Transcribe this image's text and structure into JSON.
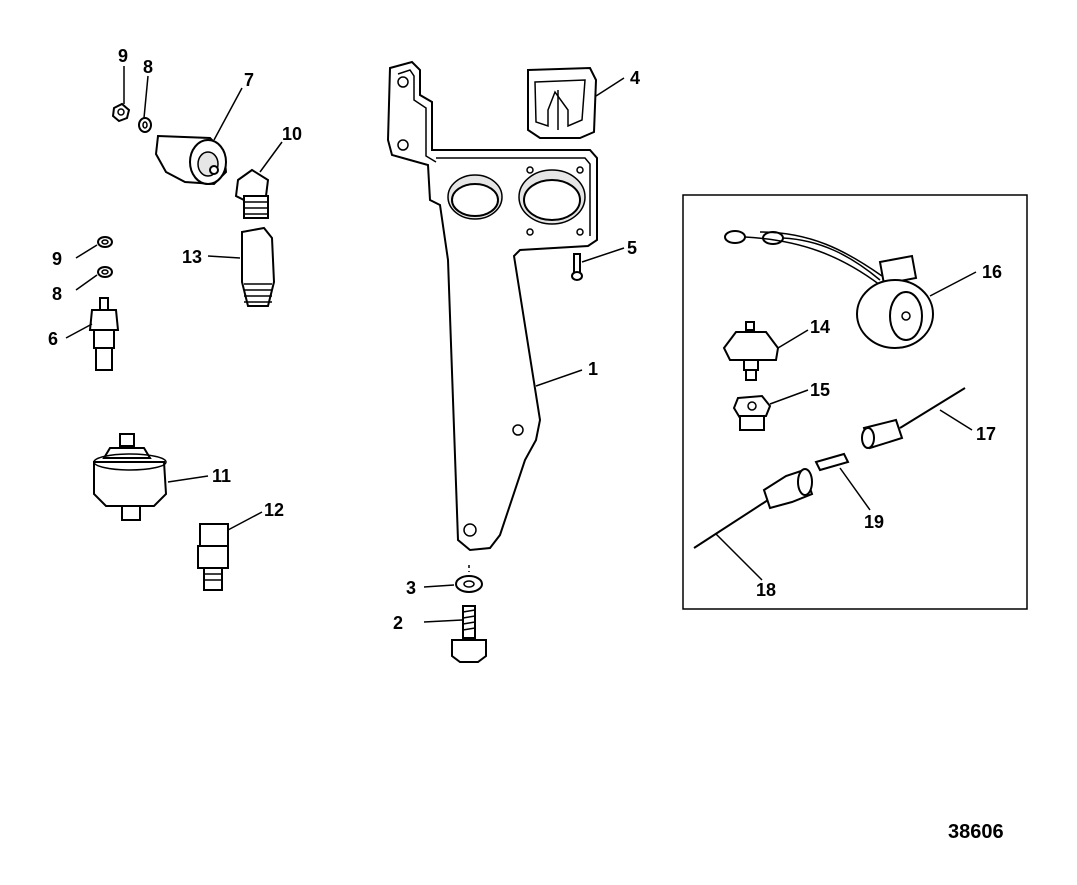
{
  "figure_number": "38606",
  "callouts": {
    "c1": "1",
    "c2": "2",
    "c3": "3",
    "c4": "4",
    "c5": "5",
    "c6": "6",
    "c7": "7",
    "c8a": "8",
    "c8b": "8",
    "c9a": "9",
    "c9b": "9",
    "c10": "10",
    "c11": "11",
    "c12": "12",
    "c13": "13",
    "c14": "14",
    "c15": "15",
    "c16": "16",
    "c17": "17",
    "c18": "18",
    "c19": "19"
  }
}
